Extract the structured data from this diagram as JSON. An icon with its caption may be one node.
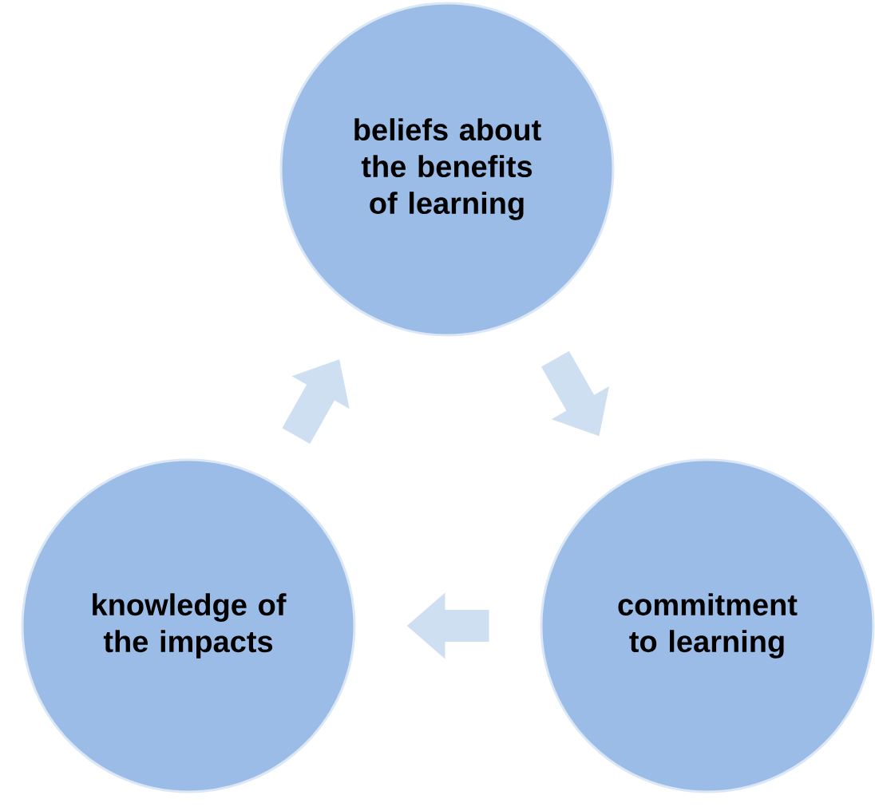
{
  "diagram": {
    "nodes": [
      {
        "text": [
          "beliefs about the benefits of learning"
        ]
      },
      {
        "text": [
          "commitment to learning"
        ]
      },
      {
        "text": [
          "knowledge of the impacts"
        ]
      }
    ],
    "edges": [
      {
        "from": 0,
        "to": 1,
        "arrow": "to"
      },
      {
        "from": 1,
        "to": 2,
        "arrow": "to"
      },
      {
        "from": 2,
        "to": 0,
        "arrow": "to"
      }
    ]
  }
}
